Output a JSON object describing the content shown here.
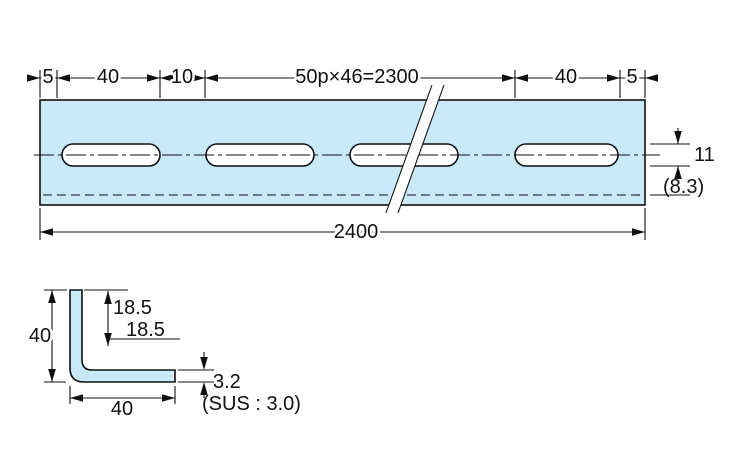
{
  "colors": {
    "fill": "#c9e8f8",
    "stroke": "#111111"
  },
  "top_view": {
    "dims": [
      "5",
      "40",
      "10",
      "50p×46=2300",
      "40",
      "5"
    ],
    "slot_height_dim": "11",
    "bend_ref_dim": "(8.3)",
    "overall_length_dim": "2400"
  },
  "section_view": {
    "leg_height_dim": "40",
    "offset_dim_1": "18.5",
    "offset_dim_2": "18.5",
    "leg_width_dim": "40",
    "thickness_dim": "3.2",
    "material_note": "(SUS : 3.0)"
  }
}
